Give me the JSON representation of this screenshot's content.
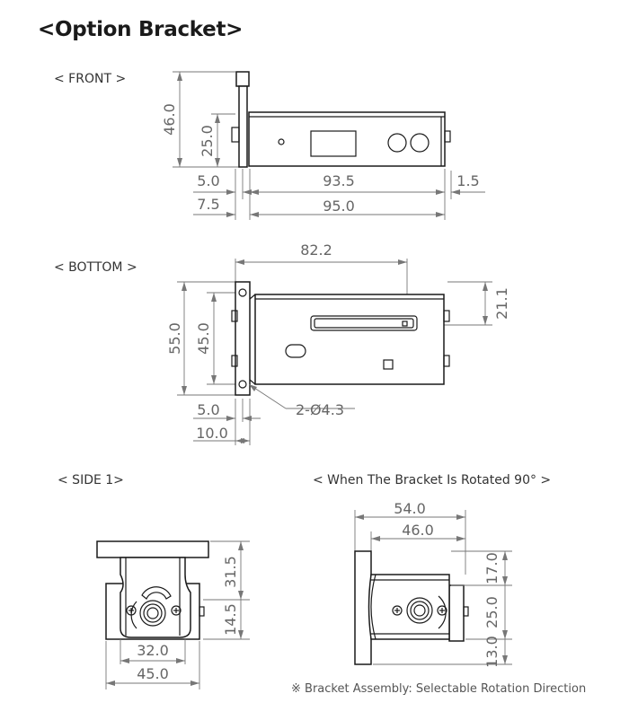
{
  "title": "<Option Bracket>",
  "views": {
    "front": "< FRONT >",
    "bottom": "< BOTTOM >",
    "side": "< SIDE 1>",
    "rotated": "< When The Bracket Is Rotated 90° >"
  },
  "dims": {
    "front": {
      "h_total": "46.0",
      "h_mid": "25.0",
      "w_inner": "93.5",
      "w_total": "95.0",
      "left_a": "5.0",
      "left_b": "7.5",
      "right": "1.5"
    },
    "bottom": {
      "top": "82.2",
      "right": "21.1",
      "h_total": "55.0",
      "h_inner": "45.0",
      "hole": "2-Ø4.3",
      "w_a": "5.0",
      "w_b": "10.0"
    },
    "side": {
      "h_top": "31.5",
      "h_bot": "14.5",
      "w_inner": "32.0",
      "w_total": "45.0"
    },
    "rotated": {
      "w_total": "54.0",
      "w_inner": "46.0",
      "h_top": "17.0",
      "h_mid": "25.0",
      "h_bot": "13.0"
    }
  },
  "footnote": "※ Bracket Assembly: Selectable Rotation Direction"
}
